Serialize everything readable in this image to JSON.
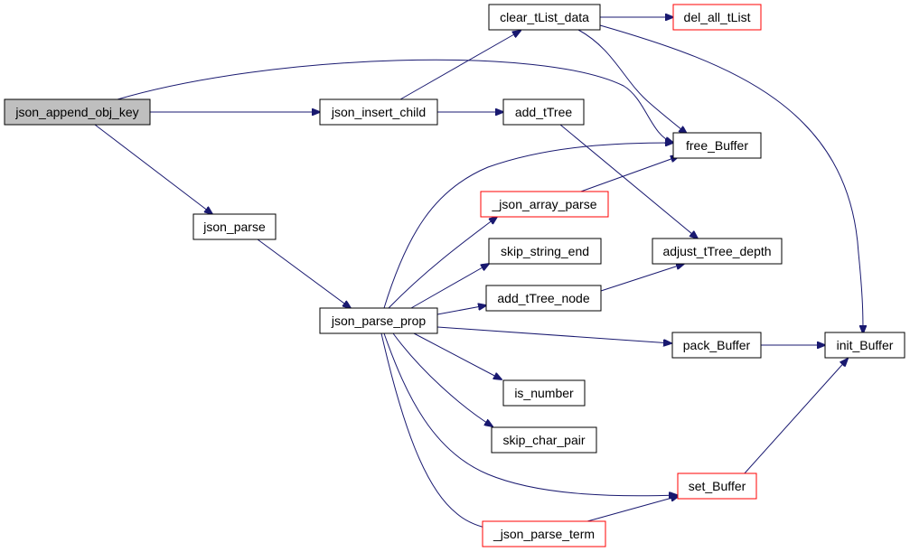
{
  "graph": {
    "colors": {
      "edge": "#191970",
      "border_normal": "#000000",
      "border_truncated": "#ff0000",
      "fill_normal": "#ffffff",
      "fill_root": "#bfbfbf"
    },
    "nodes": {
      "json_append_obj_key": {
        "label": "json_append_obj_key",
        "style": "root"
      },
      "json_insert_child": {
        "label": "json_insert_child",
        "style": "normal"
      },
      "clear_tList_data": {
        "label": "clear_tList_data",
        "style": "normal"
      },
      "del_all_tList": {
        "label": "del_all_tList",
        "style": "truncated"
      },
      "add_tTree": {
        "label": "add_tTree",
        "style": "normal"
      },
      "free_Buffer": {
        "label": "free_Buffer",
        "style": "normal"
      },
      "json_parse": {
        "label": "json_parse",
        "style": "normal"
      },
      "_json_array_parse": {
        "label": "_json_array_parse",
        "style": "truncated"
      },
      "skip_string_end": {
        "label": "skip_string_end",
        "style": "normal"
      },
      "adjust_tTree_depth": {
        "label": "adjust_tTree_depth",
        "style": "normal"
      },
      "add_tTree_node": {
        "label": "add_tTree_node",
        "style": "normal"
      },
      "json_parse_prop": {
        "label": "json_parse_prop",
        "style": "normal"
      },
      "pack_Buffer": {
        "label": "pack_Buffer",
        "style": "normal"
      },
      "init_Buffer": {
        "label": "init_Buffer",
        "style": "normal"
      },
      "is_number": {
        "label": "is_number",
        "style": "normal"
      },
      "skip_char_pair": {
        "label": "skip_char_pair",
        "style": "normal"
      },
      "set_Buffer": {
        "label": "set_Buffer",
        "style": "truncated"
      },
      "_json_parse_term": {
        "label": "_json_parse_term",
        "style": "truncated"
      }
    },
    "edges": [
      {
        "from": "json_append_obj_key",
        "to": "json_insert_child"
      },
      {
        "from": "json_append_obj_key",
        "to": "free_Buffer"
      },
      {
        "from": "json_append_obj_key",
        "to": "json_parse"
      },
      {
        "from": "json_insert_child",
        "to": "clear_tList_data"
      },
      {
        "from": "json_insert_child",
        "to": "add_tTree"
      },
      {
        "from": "clear_tList_data",
        "to": "del_all_tList"
      },
      {
        "from": "clear_tList_data",
        "to": "free_Buffer"
      },
      {
        "from": "clear_tList_data",
        "to": "init_Buffer"
      },
      {
        "from": "add_tTree",
        "to": "adjust_tTree_depth"
      },
      {
        "from": "json_parse",
        "to": "json_parse_prop"
      },
      {
        "from": "json_parse_prop",
        "to": "free_Buffer"
      },
      {
        "from": "json_parse_prop",
        "to": "_json_array_parse"
      },
      {
        "from": "json_parse_prop",
        "to": "skip_string_end"
      },
      {
        "from": "json_parse_prop",
        "to": "add_tTree_node"
      },
      {
        "from": "json_parse_prop",
        "to": "pack_Buffer"
      },
      {
        "from": "json_parse_prop",
        "to": "is_number"
      },
      {
        "from": "json_parse_prop",
        "to": "skip_char_pair"
      },
      {
        "from": "json_parse_prop",
        "to": "set_Buffer"
      },
      {
        "from": "json_parse_prop",
        "to": "_json_parse_term"
      },
      {
        "from": "_json_array_parse",
        "to": "free_Buffer"
      },
      {
        "from": "add_tTree_node",
        "to": "adjust_tTree_depth"
      },
      {
        "from": "pack_Buffer",
        "to": "init_Buffer"
      },
      {
        "from": "set_Buffer",
        "to": "init_Buffer"
      },
      {
        "from": "_json_parse_term",
        "to": "set_Buffer"
      }
    ]
  }
}
